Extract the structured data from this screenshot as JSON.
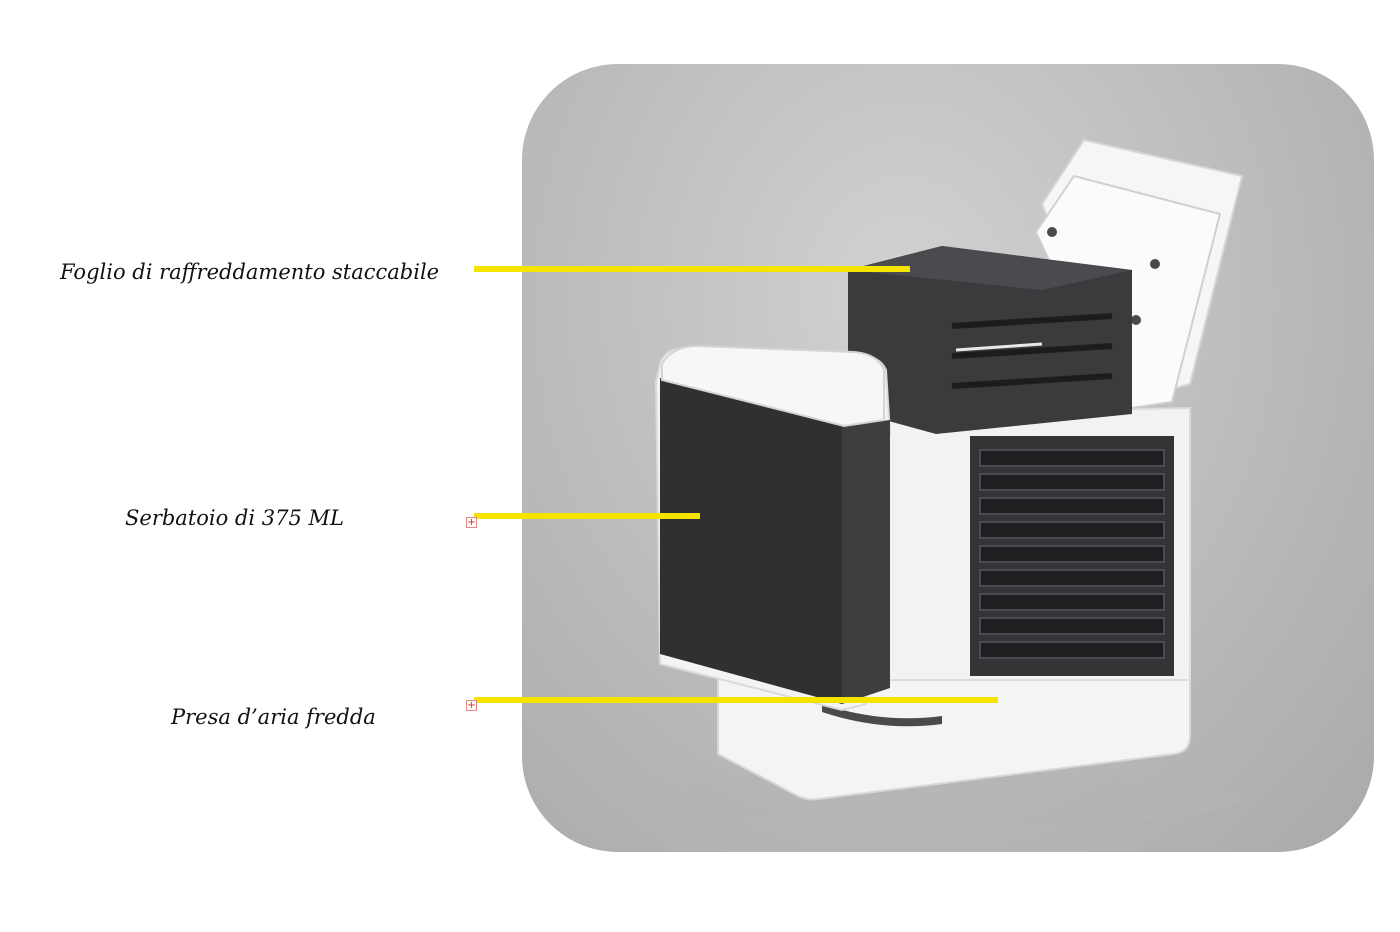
{
  "callouts": [
    {
      "label": "Foglio di raffreddamento staccabile"
    },
    {
      "label": "Serbatoio di 375 ML"
    },
    {
      "label": "Presa d’aria fredda"
    }
  ],
  "colors": {
    "leader_line": "#f5e300",
    "background_card": "#bdbdbd",
    "device_dark": "#2e2f31",
    "device_white": "#f4f4f4"
  },
  "icons": {
    "markers": [
      "expand-marker-icon",
      "expand-marker-icon"
    ]
  }
}
